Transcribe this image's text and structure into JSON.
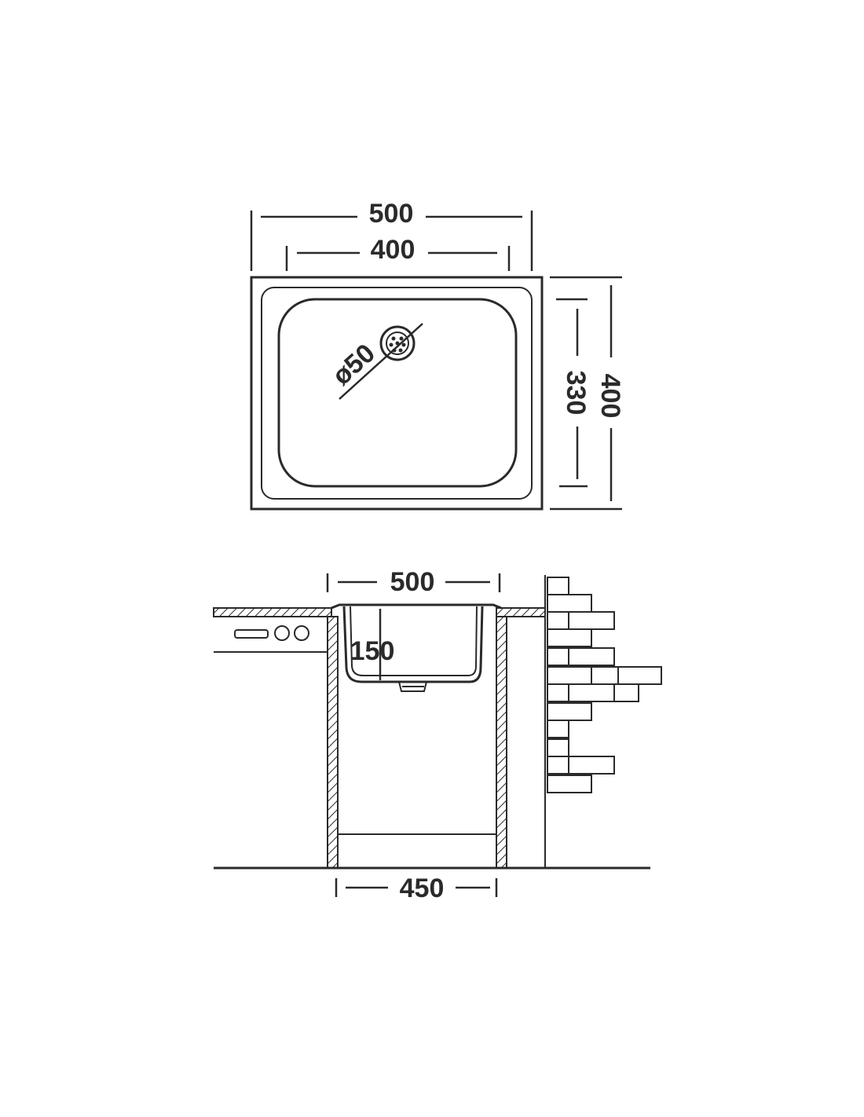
{
  "top_view": {
    "overall_width": "500",
    "bowl_width": "400",
    "bowl_depth": "330",
    "overall_depth": "400",
    "drain_diameter": "ø50"
  },
  "side_view": {
    "overall_width": "500",
    "bowl_height": "150",
    "cabinet_width": "450"
  },
  "colors": {
    "line": "#2a2a2a",
    "background": "#ffffff"
  }
}
